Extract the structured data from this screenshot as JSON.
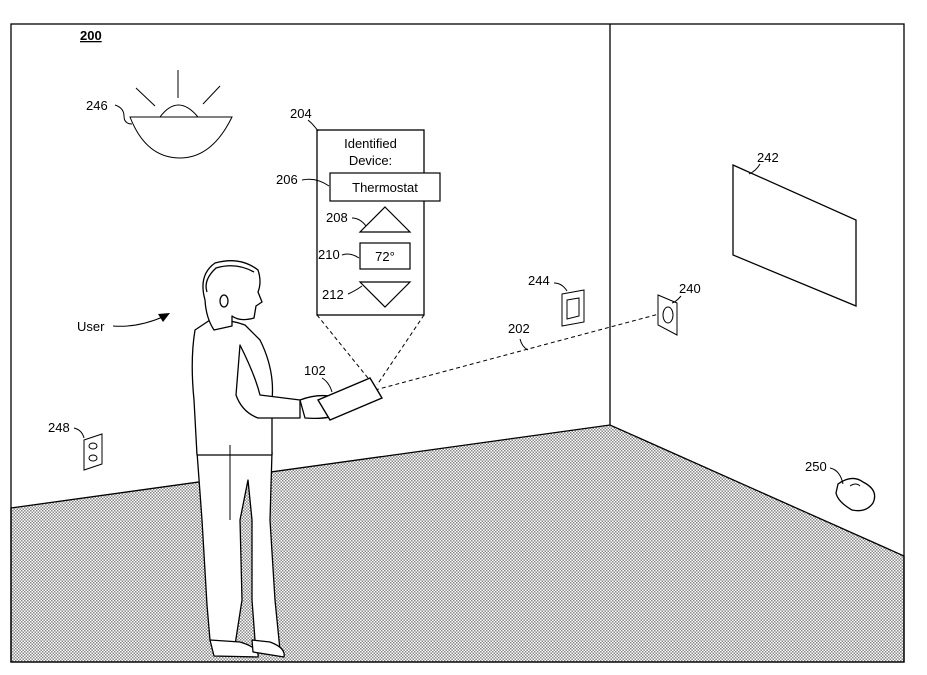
{
  "figure_number": "200",
  "callout": {
    "label": "204",
    "title_line1": "Identified",
    "title_line2": "Device:",
    "device_label": "206",
    "device_name": "Thermostat",
    "up_label": "208",
    "value_label": "210",
    "value": "72°",
    "down_label": "212"
  },
  "labels": {
    "user": "User",
    "light": "246",
    "screen": "242",
    "thermostat": "240",
    "switch": "244",
    "outlet": "248",
    "vacuum": "250",
    "beam": "202",
    "tablet": "102"
  }
}
